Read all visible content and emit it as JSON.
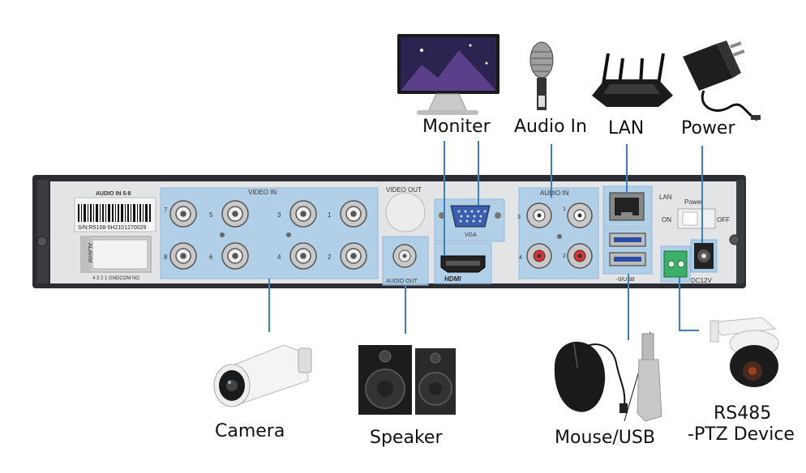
{
  "devices": {
    "moniter": {
      "label": "Moniter",
      "icon": "monitor-icon"
    },
    "audio_in": {
      "label": "Audio In",
      "icon": "microphone-icon"
    },
    "lan": {
      "label": "LAN",
      "icon": "router-icon"
    },
    "power": {
      "label": "Power",
      "icon": "power-adapter-icon"
    },
    "camera": {
      "label": "Camera",
      "icon": "camera-icon"
    },
    "speaker": {
      "label": "Speaker",
      "icon": "speaker-icon"
    },
    "mouse_usb": {
      "label": "Mouse/USB",
      "icon": "mouse-usb-icon"
    },
    "rs485": {
      "label_line1": "RS485",
      "label_line2": "-PTZ Device",
      "icon": "ptz-camera-icon"
    }
  },
  "panel": {
    "audio_in_5_8": "AUDIO IN 5-8",
    "serial": "S/N:R5108-5H2101270029",
    "alarm": "ALARM",
    "alarm_pins": "4  3  2  1 GNDCOM NO",
    "video_in": "VIDEO    IN",
    "video_out": "VIDEO OUT",
    "vga": "VGA",
    "audio_out": "AUDIO OUT",
    "hdmi": "HDMI",
    "audio_in": "AUDIO   IN",
    "lan": "LAN",
    "usb": "-0/USB",
    "power": "Power",
    "on": "ON",
    "off": "OFF",
    "dc12v": "DC12V",
    "ch_top": [
      "7",
      "5",
      "3",
      "1"
    ],
    "ch_bottom": [
      "8",
      "6",
      "4",
      "2"
    ],
    "audio_ch": [
      "3",
      "1",
      "4",
      "2"
    ]
  },
  "colors": {
    "highlight": "#a8cde8",
    "connector_line": "#3e7fc0",
    "panel": "#e3e4e6",
    "chassis": "#2b2d33"
  }
}
